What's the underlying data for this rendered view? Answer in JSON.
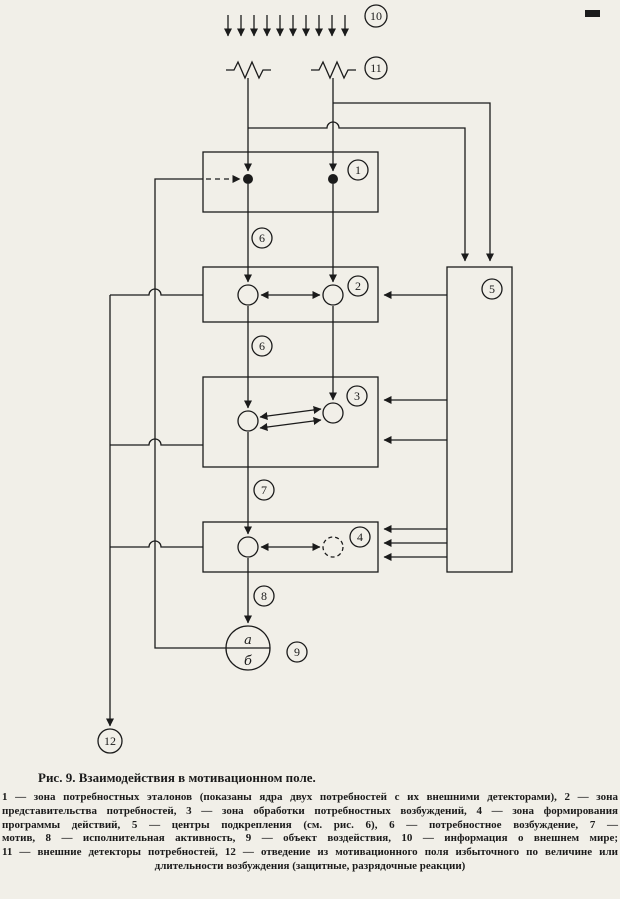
{
  "figure": {
    "caption_title": "Рис. 9. Взаимодействия в мотивационном поле.",
    "caption_lines": [
      "1 — зона потребностных эталонов (показаны ядра двух потребностей с их внешними детекторами), 2 — зона",
      "представительства потребностей, 3 — зона обработки потребностных возбуждений, 4 — зона формирования",
      "программы действий, 5 — центры подкрепления (см. рис. 6), 6 — потребностное возбуждение, 7 —",
      "мотив, 8 — исполнительная активность, 9 — объект воздействия, 10 — информация о внешнем мире;",
      "11 — внешние детекторы потребностей, 12 — отведение из мотивационного поля избыточного по величине или",
      "длительности возбуждения (защитные, разрядочные реакции)"
    ]
  },
  "labels": {
    "zone_templates": "1",
    "zone_representation": "2",
    "zone_processing": "3",
    "zone_program": "4",
    "reinforcement_centers": "5",
    "need_excitation_a": "6",
    "need_excitation_b": "6",
    "motive": "7",
    "executive_activity": "8",
    "target_object": "9",
    "external_info": "10",
    "external_detectors": "11",
    "discharge_outflow": "12",
    "object_top": "а",
    "object_bottom": "б"
  },
  "colors": {
    "ink": "#1b1b1b",
    "paper": "#f1efe8"
  }
}
